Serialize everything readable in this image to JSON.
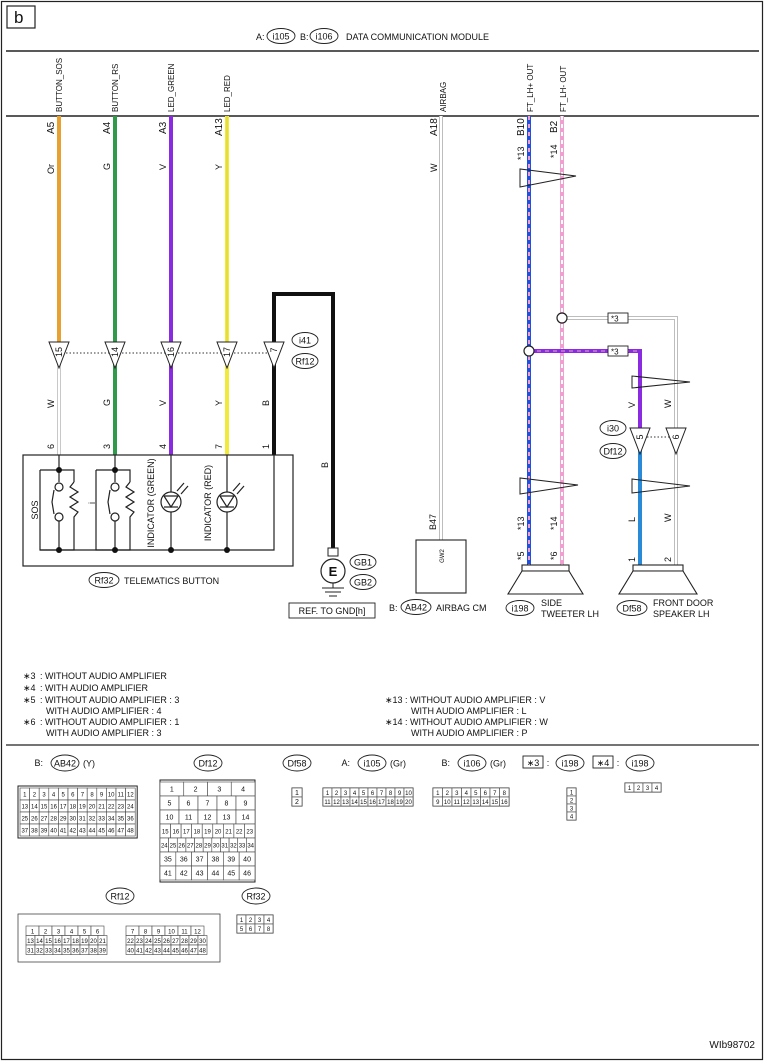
{
  "diagram": {
    "panel_letter": "b",
    "figure_id": "WIb98702",
    "colors": {
      "orange": "#e8a030",
      "green": "#2e9a4a",
      "violet": "#8a2be2",
      "yellow": "#f2ea3a",
      "black": "#111111",
      "blue": "#2050e0",
      "pink": "#f0a0d0",
      "lightblue": "#2a8ad8",
      "white_wire": "#d8d8d8"
    },
    "header": {
      "prefix_a": "A:",
      "code_a": "i105",
      "prefix_b": "B:",
      "code_b": "i106",
      "title": "DATA COMMUNICATION MODULE"
    },
    "module_pins": [
      {
        "signal": "BUTTON_SOS",
        "pin": "A5",
        "color": "Or"
      },
      {
        "signal": "BUTTON_RS",
        "pin": "A4",
        "color": "G"
      },
      {
        "signal": "LED_GREEN",
        "pin": "A3",
        "color": "V"
      },
      {
        "signal": "LED_RED",
        "pin": "A13",
        "color": "Y"
      },
      {
        "signal": "AIRBAG",
        "pin": "A18",
        "color": "W"
      },
      {
        "signal": "FT_LH+ OUT",
        "pin": "B10",
        "color": "*13"
      },
      {
        "signal": "FT_LH- OUT",
        "pin": "B2",
        "color": "*14"
      }
    ],
    "i41_pins": [
      "15",
      "14",
      "16",
      "17",
      "7"
    ],
    "lower_wire_colors": [
      "W",
      "G",
      "V",
      "Y",
      "B"
    ],
    "button_pins": [
      "6",
      "3",
      "4",
      "7",
      "1"
    ],
    "connectors": {
      "i41": "i41",
      "rf12": "Rf12",
      "i30": "i30",
      "df12": "Df12",
      "i30_pin_a": "5",
      "i30_pin_b": "6"
    },
    "stars": {
      "s3": "*3",
      "s13": "*13",
      "s14": "*14",
      "s5": "*5",
      "s6": "*6"
    },
    "speaker_wire_colors": {
      "v": "V",
      "w": "W",
      "l": "L",
      "w2": "W"
    },
    "speaker_pins": {
      "a": "1",
      "b": "2"
    },
    "telematics": {
      "sos": "SOS",
      "i_label": "i",
      "ind_green": "INDICATOR (GREEN)",
      "ind_red": "INDICATOR (RED)",
      "code": "Rf32",
      "name": "TELEMATICS BUTTON"
    },
    "ground": {
      "wire": "B",
      "symbol": "E",
      "gb1": "GB1",
      "gb2": "GB2",
      "ref": "REF. TO GND[h]"
    },
    "airbag": {
      "pin": "B47",
      "box_label": "GW2",
      "prefix": "B:",
      "code": "AB42",
      "name": "AIRBAG CM"
    },
    "tweeter": {
      "code": "i198",
      "name1": "SIDE",
      "name2": "TWEETER LH"
    },
    "door_speaker": {
      "code": "Df58",
      "name1": "FRONT DOOR",
      "name2": "SPEAKER LH"
    },
    "notes_left": [
      {
        "star": "∗3",
        "text": ": WITHOUT AUDIO AMPLIFIER"
      },
      {
        "star": "∗4",
        "text": ": WITH AUDIO AMPLIFIER"
      },
      {
        "star": "∗5",
        "text": ": WITHOUT AUDIO AMPLIFIER  : 3"
      },
      {
        "star": "",
        "text": "WITH AUDIO AMPLIFIER  : 4"
      },
      {
        "star": "∗6",
        "text": ": WITHOUT AUDIO AMPLIFIER  : 1"
      },
      {
        "star": "",
        "text": "WITH AUDIO AMPLIFIER  : 3"
      }
    ],
    "notes_right": [
      {
        "star": "∗13",
        "text": ": WITHOUT AUDIO AMPLIFIER  : V"
      },
      {
        "star": "",
        "text": "WITH AUDIO AMPLIFIER  : L"
      },
      {
        "star": "∗14",
        "text": ": WITHOUT AUDIO AMPLIFIER  : W"
      },
      {
        "star": "",
        "text": "WITH AUDIO AMPLIFIER  : P"
      }
    ],
    "connector_views": [
      {
        "prefix": "B:",
        "code": "AB42",
        "suffix": "(Y)",
        "rows": [
          [
            "1",
            "2",
            "3",
            "4",
            "5",
            "6",
            "7",
            "8",
            "9",
            "10",
            "11",
            "12"
          ],
          [
            "13",
            "14",
            "15",
            "16",
            "17",
            "18",
            "19",
            "20",
            "21",
            "22",
            "23",
            "24"
          ],
          [
            "25",
            "26",
            "27",
            "28",
            "29",
            "30",
            "31",
            "32",
            "33",
            "34",
            "35",
            "36"
          ],
          [
            "37",
            "38",
            "39",
            "40",
            "41",
            "42",
            "43",
            "44",
            "45",
            "46",
            "47",
            "48"
          ]
        ]
      },
      {
        "prefix": "",
        "code": "Df12",
        "suffix": "",
        "rows": [
          [
            "1",
            "2",
            "3",
            "4"
          ],
          [
            "5",
            "6",
            "7",
            "8",
            "9"
          ],
          [
            "10",
            "11",
            "12",
            "13",
            "14"
          ],
          [
            "15",
            "16",
            "17",
            "18",
            "19",
            "20",
            "21",
            "22",
            "23"
          ],
          [
            "24",
            "25",
            "26",
            "27",
            "28",
            "29",
            "30",
            "31",
            "32",
            "33",
            "34"
          ],
          [
            "35",
            "36",
            "37",
            "38",
            "39",
            "40"
          ],
          [
            "41",
            "42",
            "43",
            "44",
            "45",
            "46"
          ]
        ]
      },
      {
        "prefix": "",
        "code": "Df58",
        "suffix": "",
        "rows": [
          [
            "1"
          ],
          [
            "2"
          ]
        ]
      },
      {
        "prefix": "A:",
        "code": "i105",
        "suffix": "(Gr)",
        "rows": [
          [
            "1",
            "2",
            "3",
            "4",
            "5",
            "6",
            "7",
            "8",
            "9",
            "10"
          ],
          [
            "11",
            "12",
            "13",
            "14",
            "15",
            "16",
            "17",
            "18",
            "19",
            "20"
          ]
        ]
      },
      {
        "prefix": "B:",
        "code": "i106",
        "suffix": "(Gr)",
        "rows": [
          [
            "1",
            "2",
            "3",
            "4",
            "5",
            "6",
            "7",
            "8"
          ],
          [
            "9",
            "10",
            "11",
            "12",
            "13",
            "14",
            "15",
            "16"
          ]
        ]
      },
      {
        "prefix": "∗3",
        "code": "i198",
        "suffix": "",
        "rows": [
          [
            "1"
          ],
          [
            "2"
          ],
          [
            "3"
          ],
          [
            "4"
          ]
        ]
      },
      {
        "prefix": "∗4",
        "code": "i198",
        "suffix": "",
        "rows": [
          [
            "1",
            "2",
            "3",
            "4"
          ]
        ]
      },
      {
        "prefix": "",
        "code": "Rf12",
        "suffix": "",
        "rows": [
          [
            "1",
            "2",
            "3",
            "4",
            "5",
            "6",
            "7",
            "8",
            "9",
            "10",
            "11",
            "12"
          ],
          [
            "13",
            "14",
            "15",
            "16",
            "17",
            "18",
            "19",
            "20",
            "21",
            "22",
            "23",
            "24",
            "25",
            "26",
            "27",
            "28",
            "29",
            "30"
          ],
          [
            "31",
            "32",
            "33",
            "34",
            "35",
            "36",
            "37",
            "38",
            "39",
            "40",
            "41",
            "42",
            "43",
            "44",
            "45",
            "46",
            "47",
            "48"
          ]
        ]
      },
      {
        "prefix": "",
        "code": "Rf32",
        "suffix": "",
        "rows": [
          [
            "1",
            "2",
            "3",
            "4"
          ],
          [
            "5",
            "6",
            "7",
            "8"
          ]
        ]
      }
    ]
  }
}
